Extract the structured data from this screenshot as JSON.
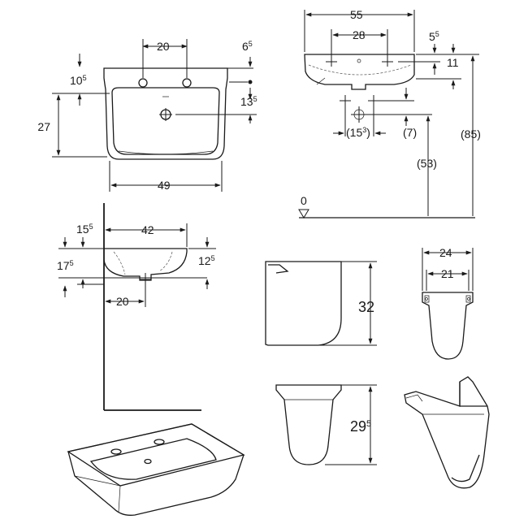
{
  "front": {
    "tap_spacing": {
      "main": "20",
      "sup": ""
    },
    "top_right": {
      "main": "6",
      "sup": "5"
    },
    "left_upper": {
      "main": "10",
      "sup": "5"
    },
    "height": {
      "main": "27",
      "sup": ""
    },
    "right_mid": {
      "main": "13",
      "sup": "5"
    },
    "width": {
      "main": "49",
      "sup": ""
    }
  },
  "elevation": {
    "total_width": {
      "main": "55",
      "sup": ""
    },
    "tap_spacing": {
      "main": "28",
      "sup": ""
    },
    "top_offset": {
      "main": "5",
      "sup": "5"
    },
    "rim_height": {
      "main": "11",
      "sup": ""
    },
    "waste_offset": {
      "main": "(15",
      "sup": "3",
      "tail": ")"
    },
    "waste_drop": {
      "main": "(7)",
      "sup": ""
    },
    "waste_height": {
      "main": "(53)",
      "sup": ""
    },
    "rim_total": {
      "main": "(85)",
      "sup": ""
    },
    "floor_level": {
      "main": "0",
      "sup": ""
    }
  },
  "side": {
    "depth": {
      "main": "42",
      "sup": ""
    },
    "left_top": {
      "main": "15",
      "sup": "5"
    },
    "left_lower": {
      "main": "17",
      "sup": "5"
    },
    "right_height": {
      "main": "12",
      "sup": "5"
    },
    "drain_offset": {
      "main": "20",
      "sup": ""
    }
  },
  "pedestal_side": {
    "height": {
      "main": "32",
      "sup": ""
    }
  },
  "pedestal_front": {
    "outer_width": {
      "main": "24",
      "sup": ""
    },
    "inner_width": {
      "main": "21",
      "sup": ""
    }
  },
  "pedestal_alt": {
    "height": {
      "main": "29",
      "sup": "5"
    }
  }
}
